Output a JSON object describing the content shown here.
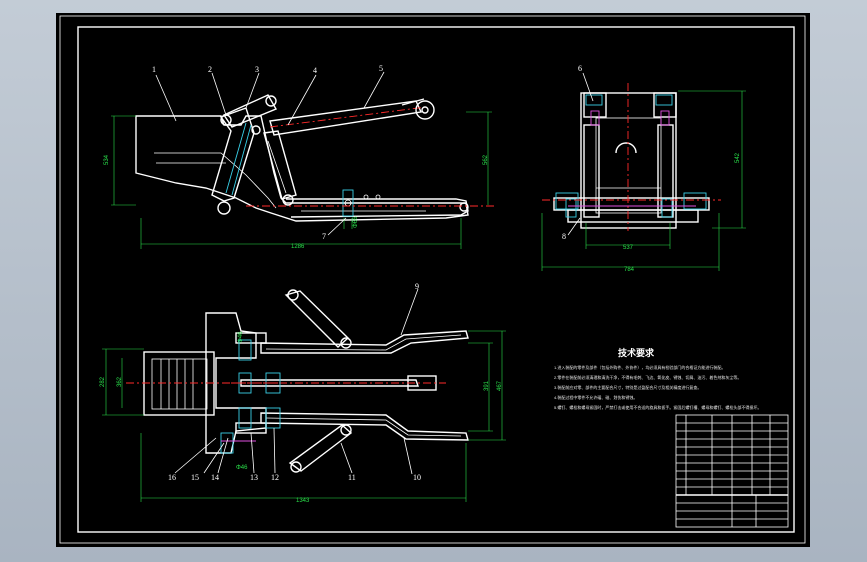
{
  "drawing": {
    "callouts_front": [
      "1",
      "2",
      "3",
      "4",
      "5",
      "7"
    ],
    "callouts_side": [
      "6",
      "8"
    ],
    "callouts_top": [
      "9",
      "10",
      "11",
      "12",
      "13",
      "14",
      "15",
      "16"
    ],
    "dimensions": {
      "front_width": "1286",
      "front_height_left": "534",
      "front_height_right": "562",
      "front_small": "Φ66",
      "side_inner": "537",
      "side_outer": "784",
      "side_height": "542",
      "top_width": "1343",
      "top_left_outer": "282",
      "top_left_inner": "362",
      "top_right_inner": "391",
      "top_right_outer": "467",
      "top_small_left": "Φ46",
      "top_small_mid": "Φ46"
    }
  },
  "tech_requirements": {
    "heading": "技术要求",
    "lines": [
      "1.进入装配的零件及部件（包括外购件、外协件），均必须具有检验部门的合格证方能进行装配。",
      "2.零件在装配前必须清理和清洗干净，不得有毛刺、飞边、氧化皮、锈蚀、切屑、油污、着色剂和灰尘等。",
      "3.装配前应对零、部件的主要配合尺寸，特别是过盈配合尺寸及相关精度进行复查。",
      "4.装配过程中零件不允许磕、碰、划伤和锈蚀。",
      "5.螺钉、螺栓和螺母紧固时，严禁打击或使用不合适的旋具和扳手。紧固后螺钉槽、螺母和螺钉、螺栓头部不得损坏。"
    ]
  }
}
